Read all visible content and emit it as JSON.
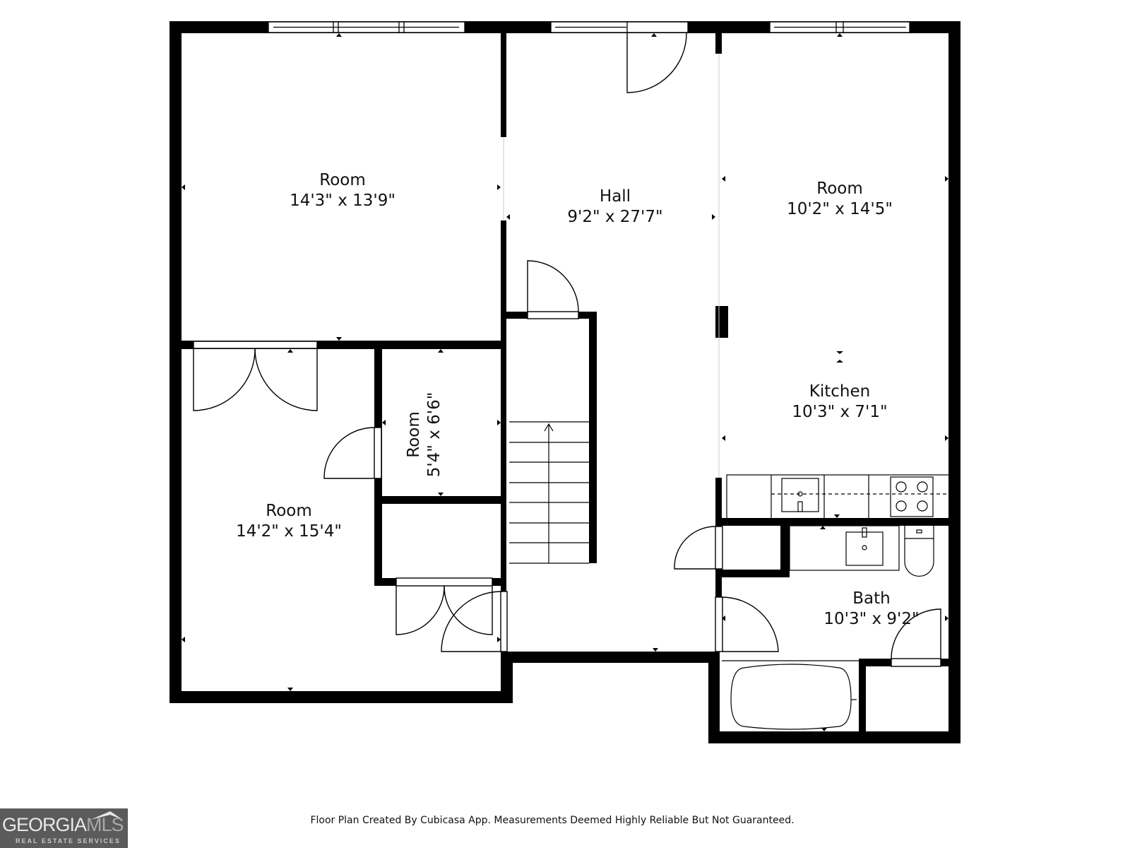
{
  "rooms": [
    {
      "name": "Room",
      "dims": "14'3\" x 13'9\""
    },
    {
      "name": "Hall",
      "dims": "9'2\" x 27'7\""
    },
    {
      "name": "Room",
      "dims": "10'2\" x 14'5\""
    },
    {
      "name": "Kitchen",
      "dims": "10'3\" x 7'1\""
    },
    {
      "name": "Room",
      "dims": "5'4\" x 6'6\""
    },
    {
      "name": "Room",
      "dims": "14'2\" x 15'4\""
    },
    {
      "name": "Bath",
      "dims": "10'3\" x 9'2\""
    }
  ],
  "footer": {
    "disclaimer": "Floor Plan Created By Cubicasa App. Measurements Deemed Highly Reliable But Not Guaranteed."
  },
  "logo": {
    "brand_a": "GEORGIA",
    "brand_b": "MLS",
    "tagline": "REAL ESTATE SERVICES"
  },
  "colors": {
    "wall": "#000000",
    "background": "#ffffff",
    "logo_bg": "#5b5b5b"
  }
}
